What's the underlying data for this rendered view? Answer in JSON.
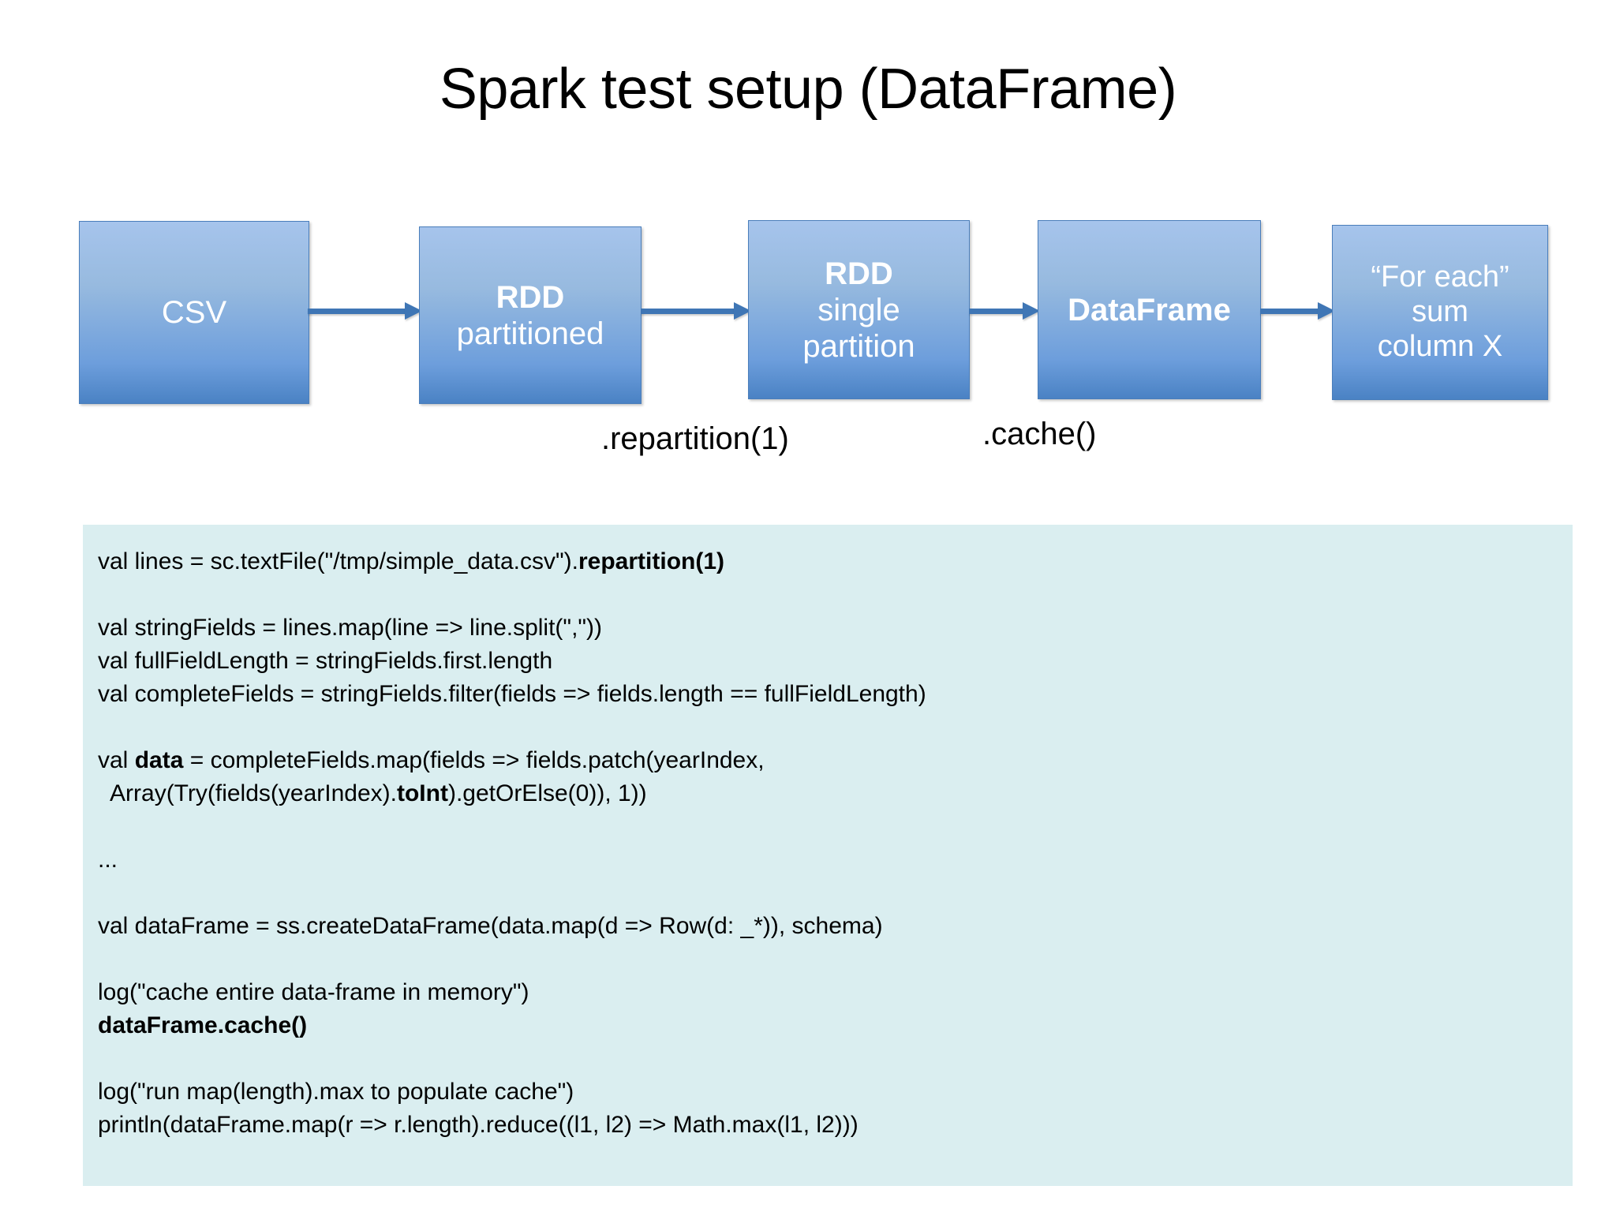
{
  "slide": {
    "title": "Spark test setup (DataFrame)",
    "background_color": "#ffffff"
  },
  "colors": {
    "box_fill_top": "#a6c4ec",
    "box_fill_bottom": "#4a82c4",
    "box_border": "#4a7ebb",
    "arrow": "#3f76b5",
    "code_background": "#daeef0",
    "text": "#000000",
    "box_text": "#ffffff"
  },
  "diagram": {
    "boxes": [
      {
        "id": "csv",
        "lines": [
          {
            "text": "CSV",
            "bold": false
          }
        ]
      },
      {
        "id": "rdd-partitioned",
        "lines": [
          {
            "text": "RDD",
            "bold": true
          },
          {
            "text": "partitioned",
            "bold": false
          }
        ]
      },
      {
        "id": "rdd-single",
        "lines": [
          {
            "text": "RDD",
            "bold": true
          },
          {
            "text": "single",
            "bold": false
          },
          {
            "text": "partition",
            "bold": false
          }
        ]
      },
      {
        "id": "dataframe",
        "lines": [
          {
            "text": "DataFrame",
            "bold": true
          }
        ]
      },
      {
        "id": "foreach",
        "lines": [
          {
            "text": "“For each”",
            "bold": false
          },
          {
            "text": "sum",
            "bold": false
          },
          {
            "text": "column X",
            "bold": false
          }
        ]
      }
    ],
    "captions": [
      {
        "id": "repartition",
        "text": ".repartition(1)"
      },
      {
        "id": "cache",
        "text": ".cache()"
      }
    ]
  },
  "code": {
    "lines": [
      [
        {
          "t": "val lines = sc.textFile(\"/tmp/simple_data.csv\")."
        },
        {
          "t": "repartition(1)",
          "b": true
        }
      ],
      [],
      [
        {
          "t": "val stringFields = lines.map(line => line.split(\",\"))"
        }
      ],
      [
        {
          "t": "val fullFieldLength = stringFields.first.length"
        }
      ],
      [
        {
          "t": "val completeFields = stringFields.filter(fields => fields.length == fullFieldLength)"
        }
      ],
      [],
      [
        {
          "t": "val "
        },
        {
          "t": "data",
          "b": true
        },
        {
          "t": " = completeFields.map(fields => fields.patch(yearIndex,"
        }
      ],
      [
        {
          "t": "  Array(Try(fields(yearIndex)."
        },
        {
          "t": "toInt",
          "b": true
        },
        {
          "t": ").getOrElse(0)), 1))"
        }
      ],
      [],
      [
        {
          "t": "..."
        }
      ],
      [],
      [
        {
          "t": "val dataFrame = ss.createDataFrame(data.map(d => Row(d: _*)), schema)"
        }
      ],
      [],
      [
        {
          "t": "log(\"cache entire data-frame in memory\")"
        }
      ],
      [
        {
          "t": "dataFrame.cache()",
          "b": true
        }
      ],
      [],
      [
        {
          "t": "log(\"run map(length).max to populate cache\")"
        }
      ],
      [
        {
          "t": "println(dataFrame.map(r => r.length).reduce((l1, l2) => Math.max(l1, l2)))"
        }
      ]
    ]
  }
}
